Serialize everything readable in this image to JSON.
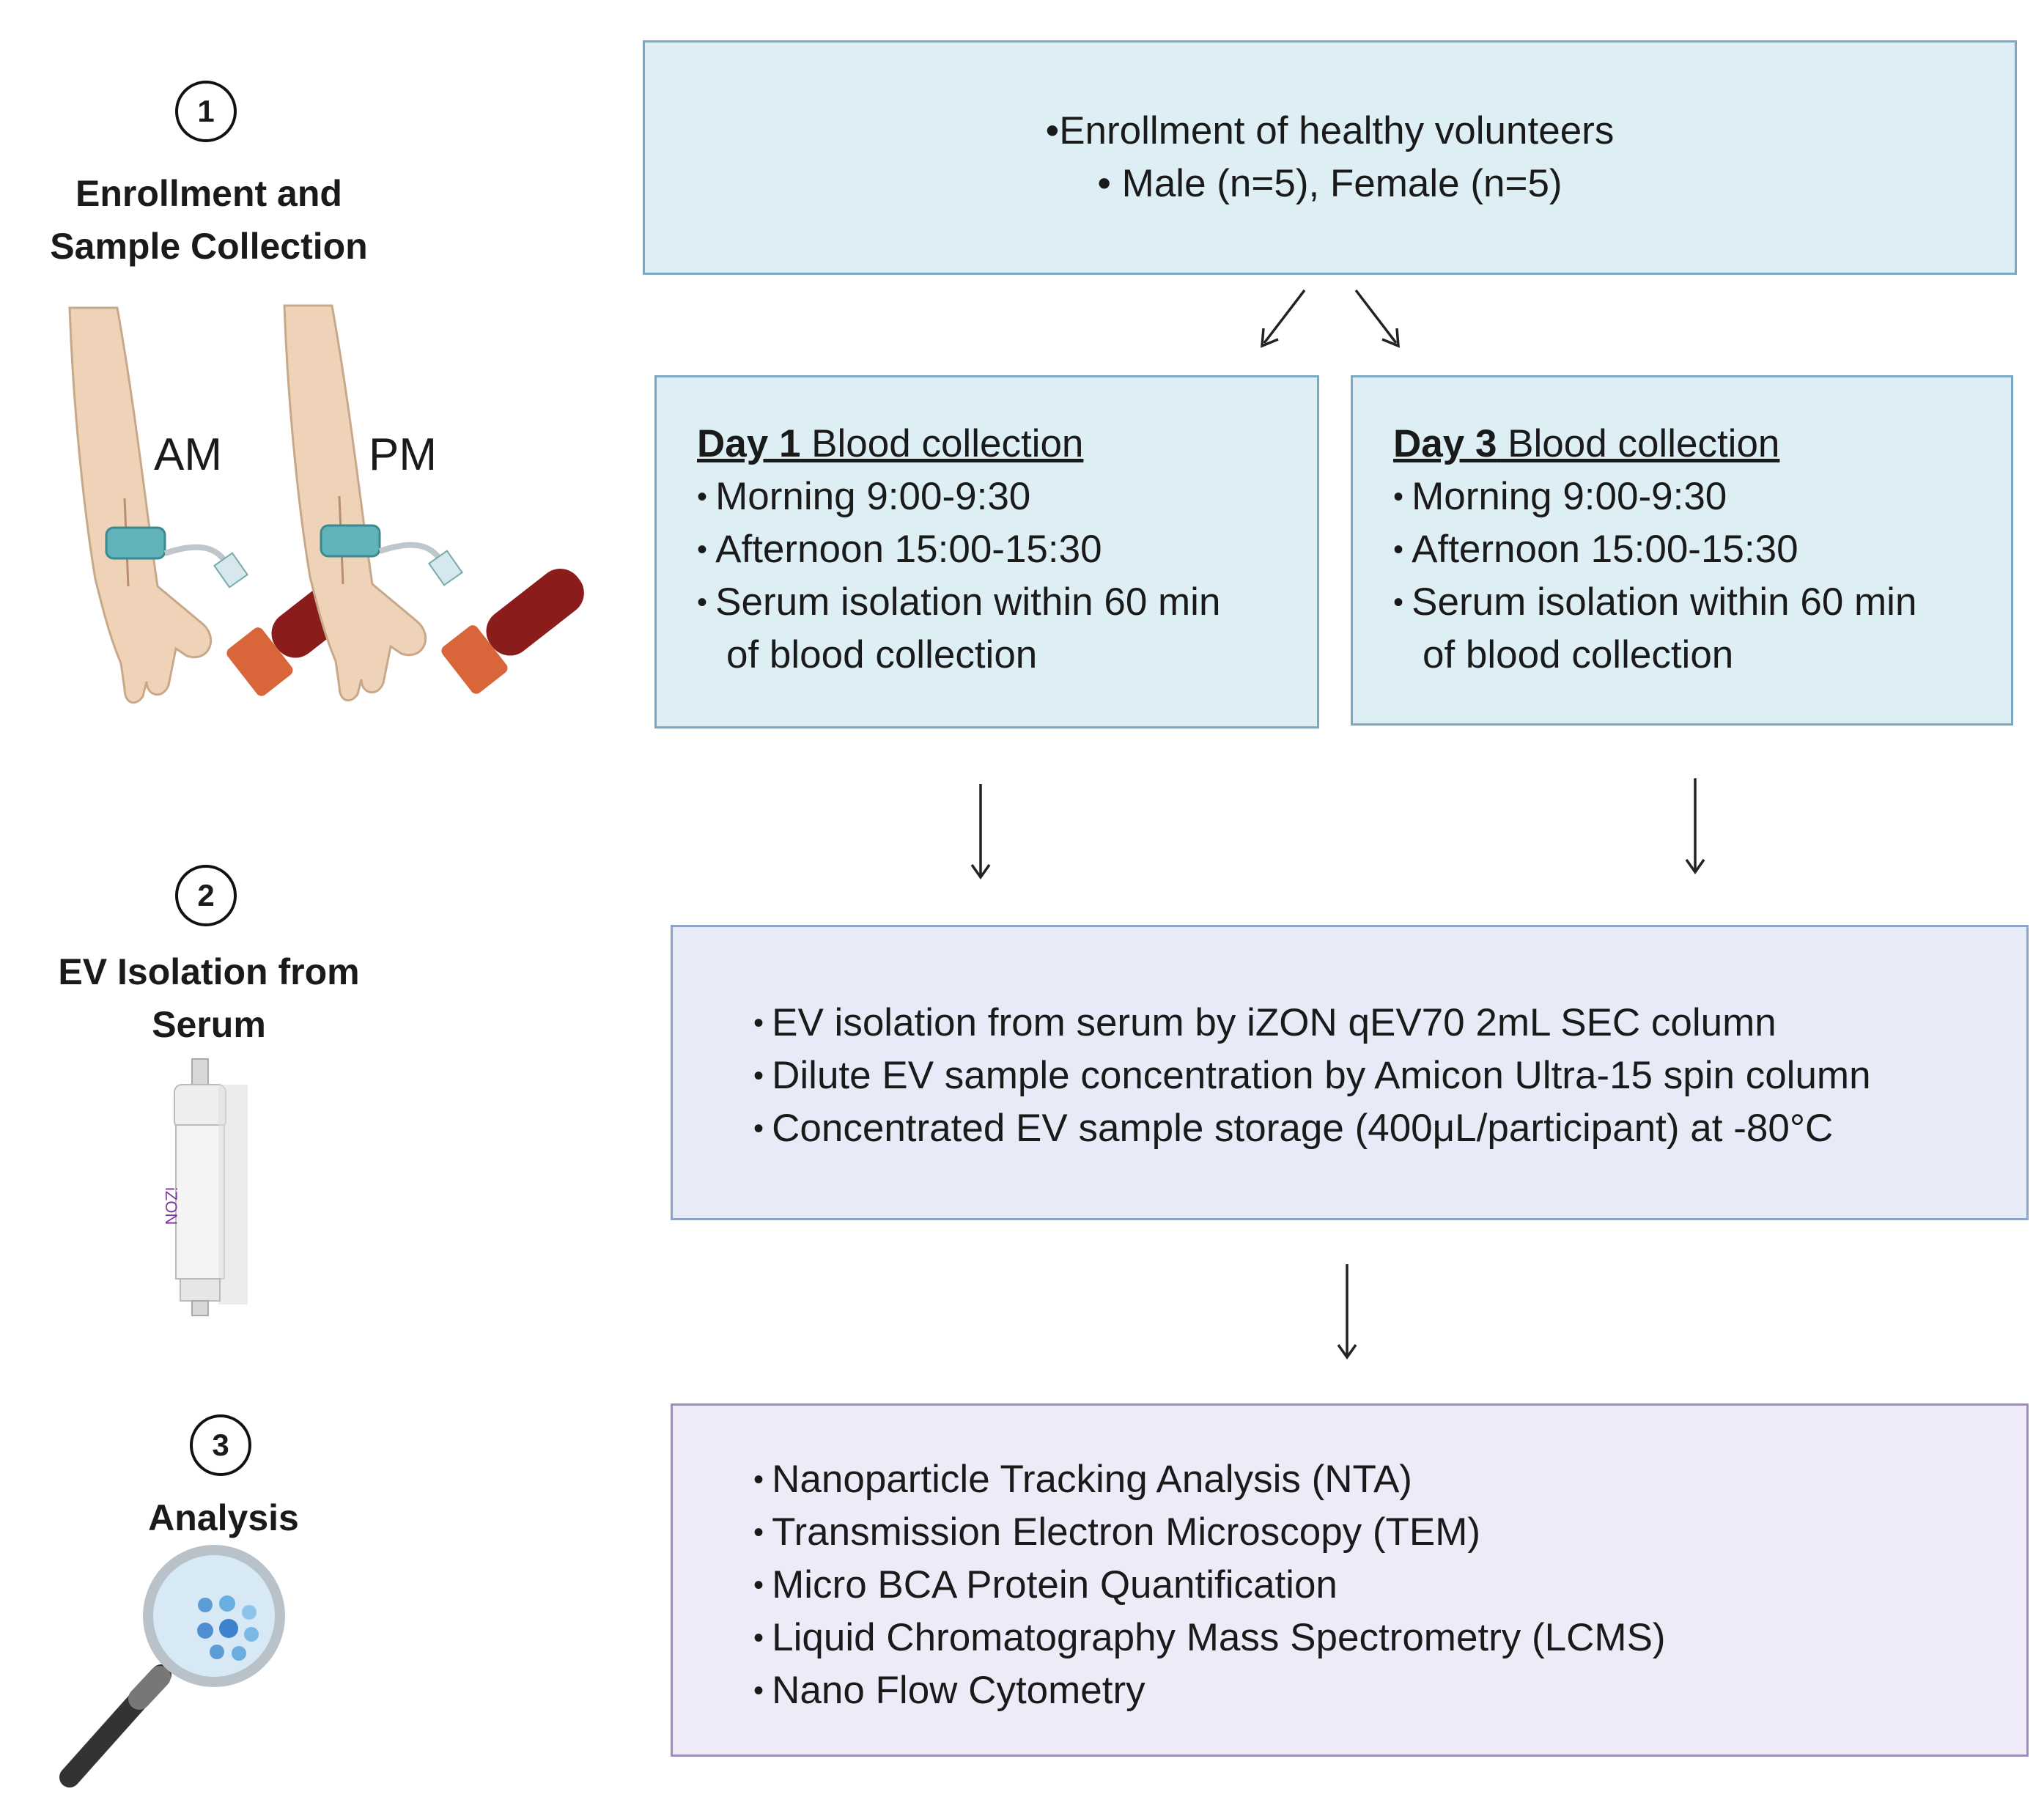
{
  "steps": [
    {
      "number": "1",
      "title_line1": "Enrollment and",
      "title_line2": "Sample Collection"
    },
    {
      "number": "2",
      "title_line1": "EV Isolation from",
      "title_line2": "Serum"
    },
    {
      "number": "3",
      "title_line1": "Analysis",
      "title_line2": ""
    }
  ],
  "arm_labels": {
    "am": "AM",
    "pm": "PM"
  },
  "column_label": "iZON",
  "enrollment": {
    "line1": "•Enrollment of healthy volunteers",
    "line2": "• Male (n=5), Female (n=5)"
  },
  "day1": {
    "head_bold": "Day 1",
    "head_rest": " Blood collection",
    "items": [
      "Morning  9:00-9:30",
      "Afternoon  15:00-15:30",
      "Serum isolation within 60 min"
    ],
    "continuation": "of blood collection"
  },
  "day3": {
    "head_bold": "Day 3",
    "head_rest": " Blood collection",
    "items": [
      "Morning  9:00-9:30",
      "Afternoon  15:00-15:30",
      "Serum isolation within 60 min"
    ],
    "continuation": "of blood collection"
  },
  "isolation": {
    "items": [
      "EV isolation from serum by iZON qEV70 2mL SEC column",
      "Dilute EV sample concentration by Amicon Ultra-15 spin column",
      "Concentrated EV sample storage (400μL/participant) at -80°C"
    ]
  },
  "analysis": {
    "items": [
      "Nanoparticle Tracking Analysis (NTA)",
      "Transmission Electron Microscopy (TEM)",
      "Micro BCA Protein Quantification",
      "Liquid Chromatography Mass Spectrometry (LCMS)",
      "Nano Flow Cytometry"
    ]
  },
  "colors": {
    "teal_box": "#ddeef4",
    "blue_box": "#e7ebf8",
    "purple_box": "#efeaf8",
    "tourniquet": "#5fb3b9",
    "tube_cap": "#d9663a",
    "blood": "#8a1c1c",
    "skin": "#efd3b8"
  },
  "icons": [
    "arm-with-blood-draw-icon",
    "sec-column-icon",
    "magnifier-icon"
  ]
}
